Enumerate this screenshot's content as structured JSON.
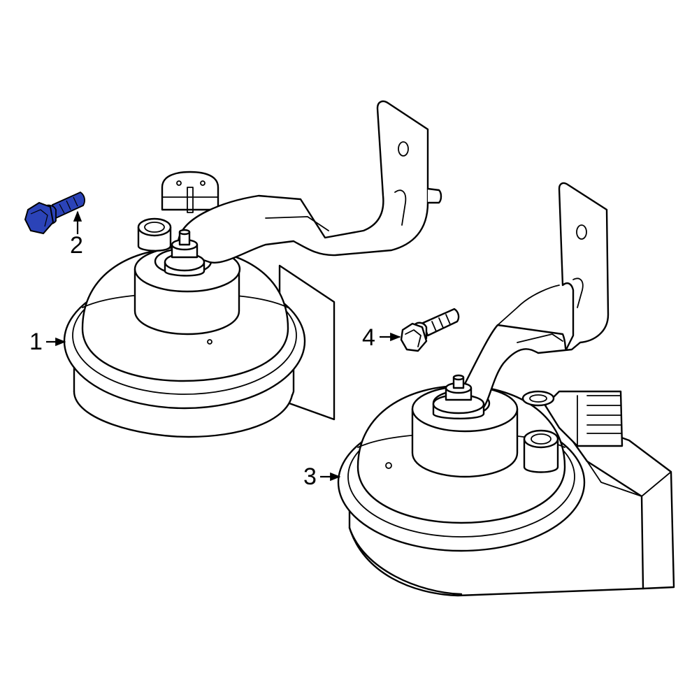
{
  "diagram": {
    "callouts": [
      {
        "id": "1",
        "label": "1"
      },
      {
        "id": "2",
        "label": "2"
      },
      {
        "id": "3",
        "label": "3"
      },
      {
        "id": "4",
        "label": "4"
      }
    ],
    "highlight_color": "#2b43b8",
    "line_color": "#000000",
    "background_color": "#ffffff"
  }
}
